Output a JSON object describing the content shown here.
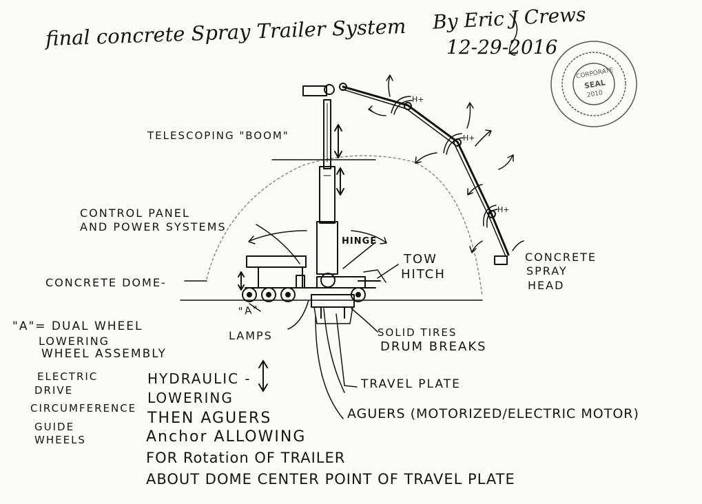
{
  "title": "final concrete Spray Trailer System",
  "author": "By Eric J Crews",
  "date": "12-29-2016",
  "seal": {
    "line1": "CORPORATE",
    "line2": "SEAL",
    "line3": "2010"
  },
  "labels": {
    "telescoping_boom": "TELESCOPING \"BOOM\"",
    "control_panel_line1": "CONTROL PANEL",
    "control_panel_line2": "AND POWER SYSTEMS",
    "hinge": "HINGE",
    "tow_hitch_line1": "TOW",
    "tow_hitch_line2": "HITCH",
    "spray_head_line1": "CONCRETE",
    "spray_head_line2": "SPRAY",
    "spray_head_line3": "HEAD",
    "concrete_dome": "CONCRETE DOME-",
    "a_marker": "\"A\"",
    "lamps": "LAMPS",
    "solid_tires_line1": "SOLID TIRES",
    "solid_tires_line2": "DRUM BREAKS",
    "travel_plate": "TRAVEL PLATE",
    "aguers": "AGUERS (MOTORIZED/ELECTRIC MOTOR)",
    "hinge_markers": [
      "H+",
      "H+",
      "H+"
    ]
  },
  "legend_a": [
    "\"A\"= DUAL WHEEL",
    "LOWERING",
    "WHEEL ASSEMBLY",
    "ELECTRIC",
    "DRIVE",
    "CIRCUMFERENCE",
    "GUIDE",
    "WHEELS"
  ],
  "hydraulic_notes": [
    "HYDRAULIC -",
    "LOWERING",
    "THEN AGUERS",
    "Anchor ALLOWING",
    "FOR Rotation OF TRAILER",
    "ABOUT DOME CENTER POINT OF TRAVEL PLATE"
  ]
}
